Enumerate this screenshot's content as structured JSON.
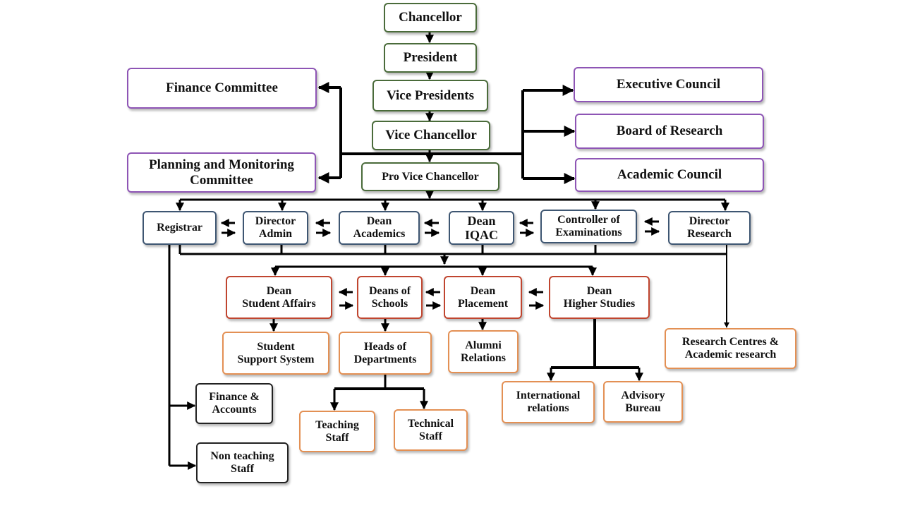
{
  "nodes": {
    "chancellor": "Chancellor",
    "president": "President",
    "vice_presidents": "Vice Presidents",
    "vice_chancellor": "Vice Chancellor",
    "pro_vice_chancellor": "Pro Vice Chancellor",
    "finance_committee": "Finance Committee",
    "planning_committee": "Planning and Monitoring\nCommittee",
    "executive_council": "Executive Council",
    "board_of_research": "Board of Research",
    "academic_council": "Academic Council",
    "registrar": "Registrar",
    "director_admin": "Director\nAdmin",
    "dean_academics": "Dean\nAcademics",
    "dean_iqac": "Dean\nIQAC",
    "controller_exams": "Controller of\nExaminations",
    "director_research": "Director\nResearch",
    "dean_student_affairs": "Dean\nStudent Affairs",
    "deans_of_schools": "Deans of\nSchools",
    "dean_placement": "Dean\nPlacement",
    "dean_higher_studies": "Dean\nHigher Studies",
    "student_support": "Student\nSupport System",
    "heads_of_departments": "Heads of\nDepartments",
    "alumni_relations": "Alumni\nRelations",
    "research_centres": "Research Centres &\nAcademic research",
    "finance_accounts": "Finance &\nAccounts",
    "non_teaching_staff": "Non teaching\nStaff",
    "teaching_staff": "Teaching\nStaff",
    "technical_staff": "Technical\nStaff",
    "international_relations": "International\nrelations",
    "advisory_bureau": "Advisory\nBureau"
  },
  "colors": {
    "top_chain_border": "#4a6b3a",
    "committee_border": "#8e55b5",
    "officer_border": "#3e5672",
    "dean_border": "#c0452f",
    "unit_border": "#e39054",
    "staff_border": "#222222",
    "connector": "#000000"
  }
}
